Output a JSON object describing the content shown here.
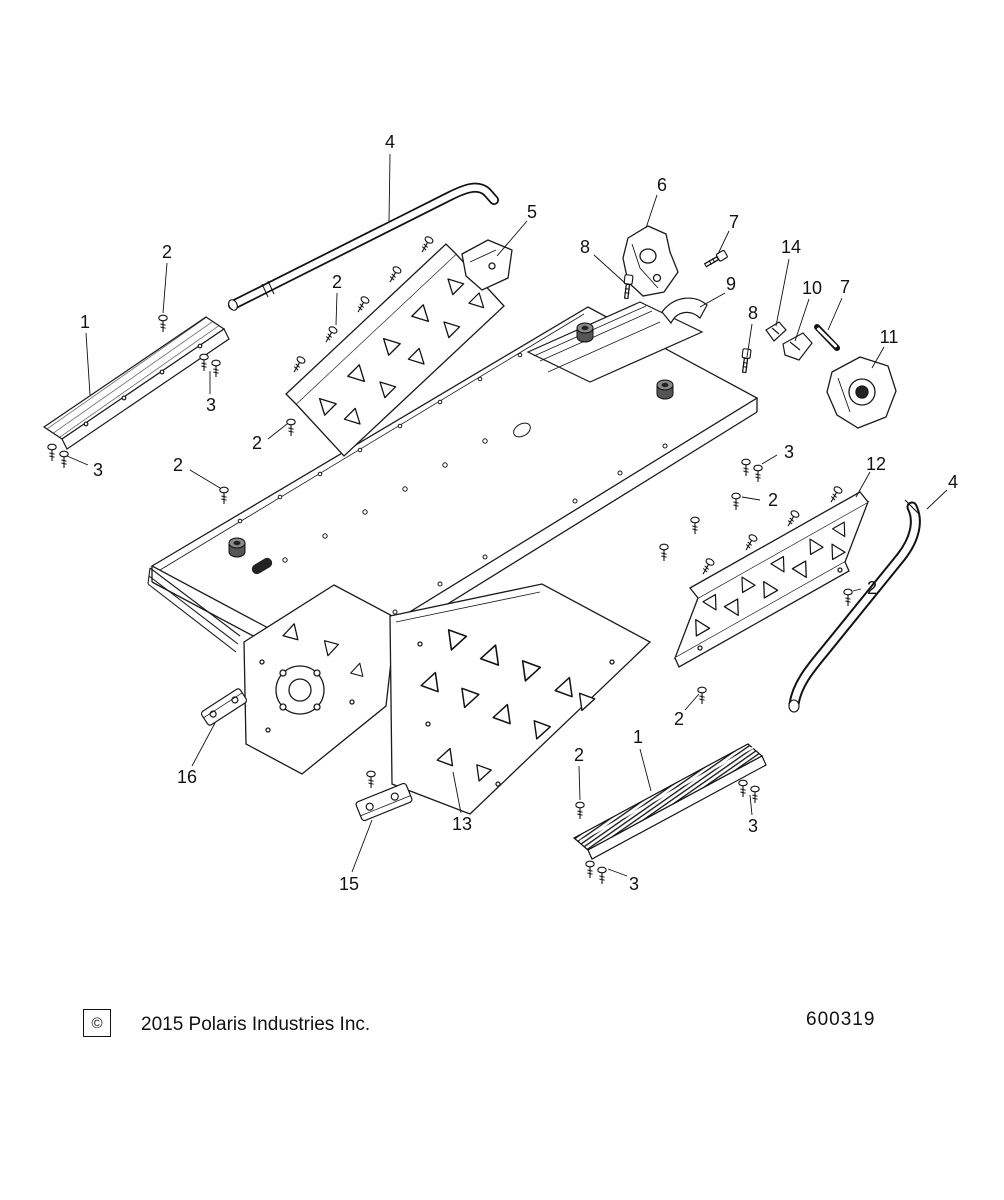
{
  "figure": {
    "type": "exploded-parts-diagram",
    "description": "Snowmobile tunnel and chassis exploded view",
    "callouts": [
      {
        "label": "4"
      },
      {
        "label": "2"
      },
      {
        "label": "5"
      },
      {
        "label": "6"
      },
      {
        "label": "7"
      },
      {
        "label": "8"
      },
      {
        "label": "14"
      },
      {
        "label": "10"
      },
      {
        "label": "7"
      },
      {
        "label": "9"
      },
      {
        "label": "11"
      },
      {
        "label": "1"
      },
      {
        "label": "2"
      },
      {
        "label": "8"
      },
      {
        "label": "3"
      },
      {
        "label": "2"
      },
      {
        "label": "3"
      },
      {
        "label": "2"
      },
      {
        "label": "3"
      },
      {
        "label": "2"
      },
      {
        "label": "12"
      },
      {
        "label": "4"
      },
      {
        "label": "2"
      },
      {
        "label": "2"
      },
      {
        "label": "16"
      },
      {
        "label": "13"
      },
      {
        "label": "15"
      },
      {
        "label": "1"
      },
      {
        "label": "2"
      },
      {
        "label": "3"
      },
      {
        "label": "3"
      }
    ],
    "footer": {
      "copyright_symbol": "©",
      "copyright": "2015 Polaris Industries Inc.",
      "part_number": "600319"
    }
  }
}
